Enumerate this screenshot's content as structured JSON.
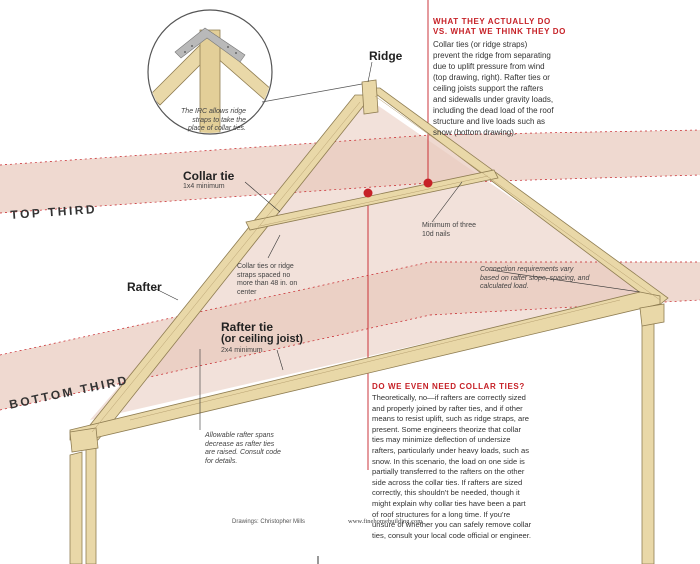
{
  "labels": {
    "ridge": "Ridge",
    "collar_tie": "Collar tie",
    "collar_tie_size": "1x4 minimum",
    "rafter": "Rafter",
    "rafter_tie_1": "Rafter tie",
    "rafter_tie_2": "(or ceiling joist)",
    "rafter_tie_size": "2x4 minimum",
    "top_third": "TOP THIRD",
    "bottom_third": "BOTTOM THIRD",
    "spacing_note": "Collar ties or ridge straps spaced no more than 48 in. on center",
    "nails_note": "Minimum of three 10d nails",
    "connection_note": "Connection requirements vary based on rafter slope, spacing, and calculated load.",
    "irc_note": "The IRC allows ridge straps to take the place of collar ties.",
    "span_note": "Allowable rafter spans decrease as rafter ties are raised. Consult code for details."
  },
  "sidebar1": {
    "heading_line1": "WHAT THEY ACTUALLY DO",
    "heading_line2": "VS. WHAT WE THINK THEY DO",
    "body": "Collar ties (or ridge straps) prevent the ridge from separating due to uplift pressure from wind (top drawing, right). Rafter ties or ceiling joists support the rafters and sidewalls under gravity loads, including the dead load of the roof structure and live loads such as snow (bottom drawing)."
  },
  "sidebar2": {
    "heading": "DO WE EVEN NEED COLLAR TIES?",
    "body": "Theoretically, no—if rafters are correctly sized and properly joined by rafter ties, and if other means to resist uplift, such as ridge straps, are present. Some engineers theorize that collar ties may minimize deflection of undersize rafters, particularly under heavy loads, such as snow. In this scenario, the load on one side is partially transferred to the rafters on the other side across the collar ties. If rafters are sized correctly, this shouldn't be needed, though it might explain why collar ties have been a part of roof structures for a long time. If you're unsure of whether you can safely remove collar ties, consult your local code official or engineer."
  },
  "credits": {
    "drawings": "Drawings: Christopher Mills",
    "url": "www.finehomebuilding.com"
  },
  "colors": {
    "wood": "#e9d8a8",
    "wood_edge": "#8f7d52",
    "band": "#ecd2c8",
    "accent_red": "#c62127"
  }
}
